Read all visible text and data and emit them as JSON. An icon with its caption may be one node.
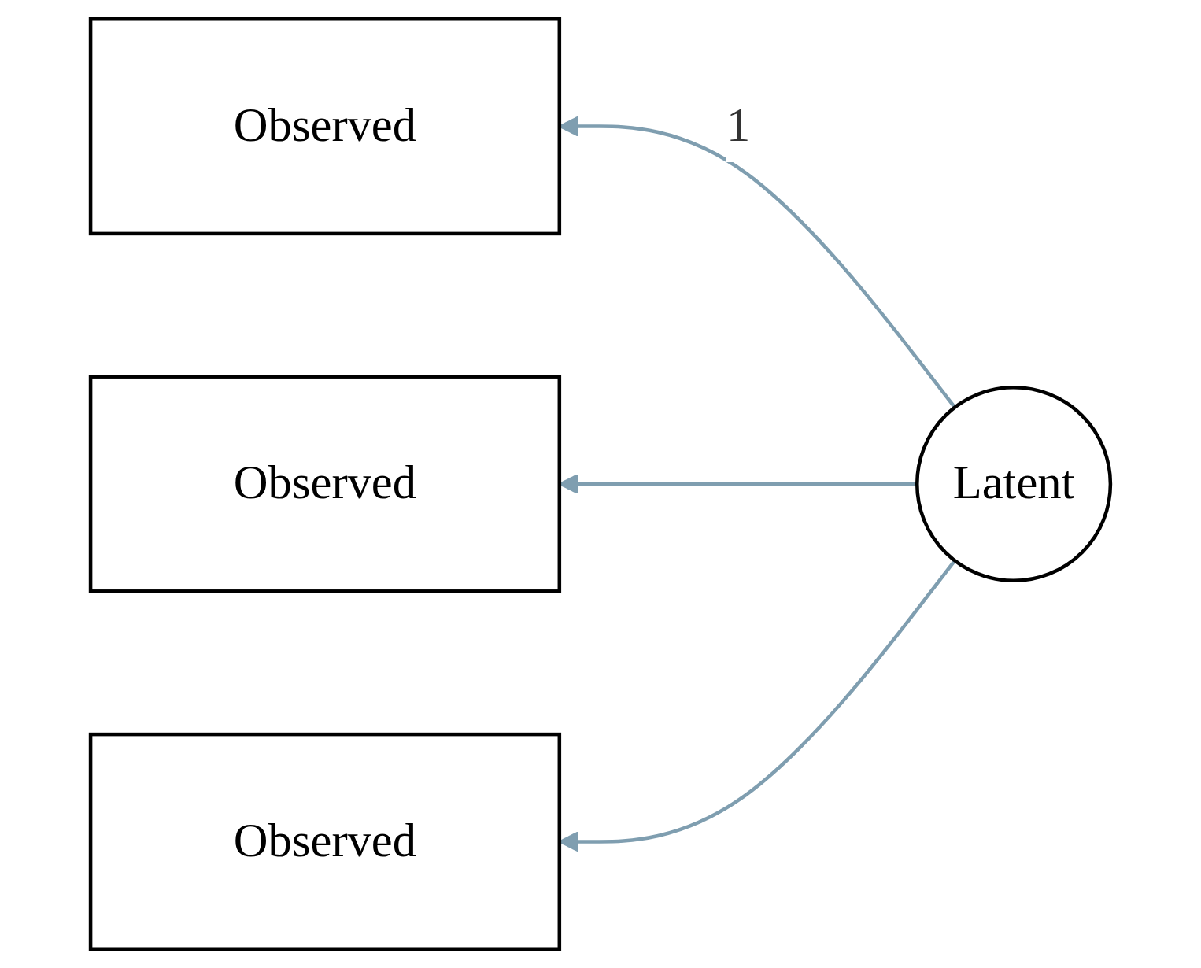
{
  "diagram": {
    "nodes": [
      {
        "text": [
          "Observed"
        ]
      },
      {
        "text": [
          "Observed"
        ]
      },
      {
        "text": [
          "Observed"
        ]
      },
      {
        "text": [
          "Latent"
        ]
      }
    ],
    "edges": [
      {
        "from": 3,
        "to": 0,
        "arrow": "to",
        "label": "1"
      },
      {
        "from": 3,
        "to": 1,
        "arrow": "to"
      },
      {
        "from": 3,
        "to": 2,
        "arrow": "to"
      }
    ]
  }
}
